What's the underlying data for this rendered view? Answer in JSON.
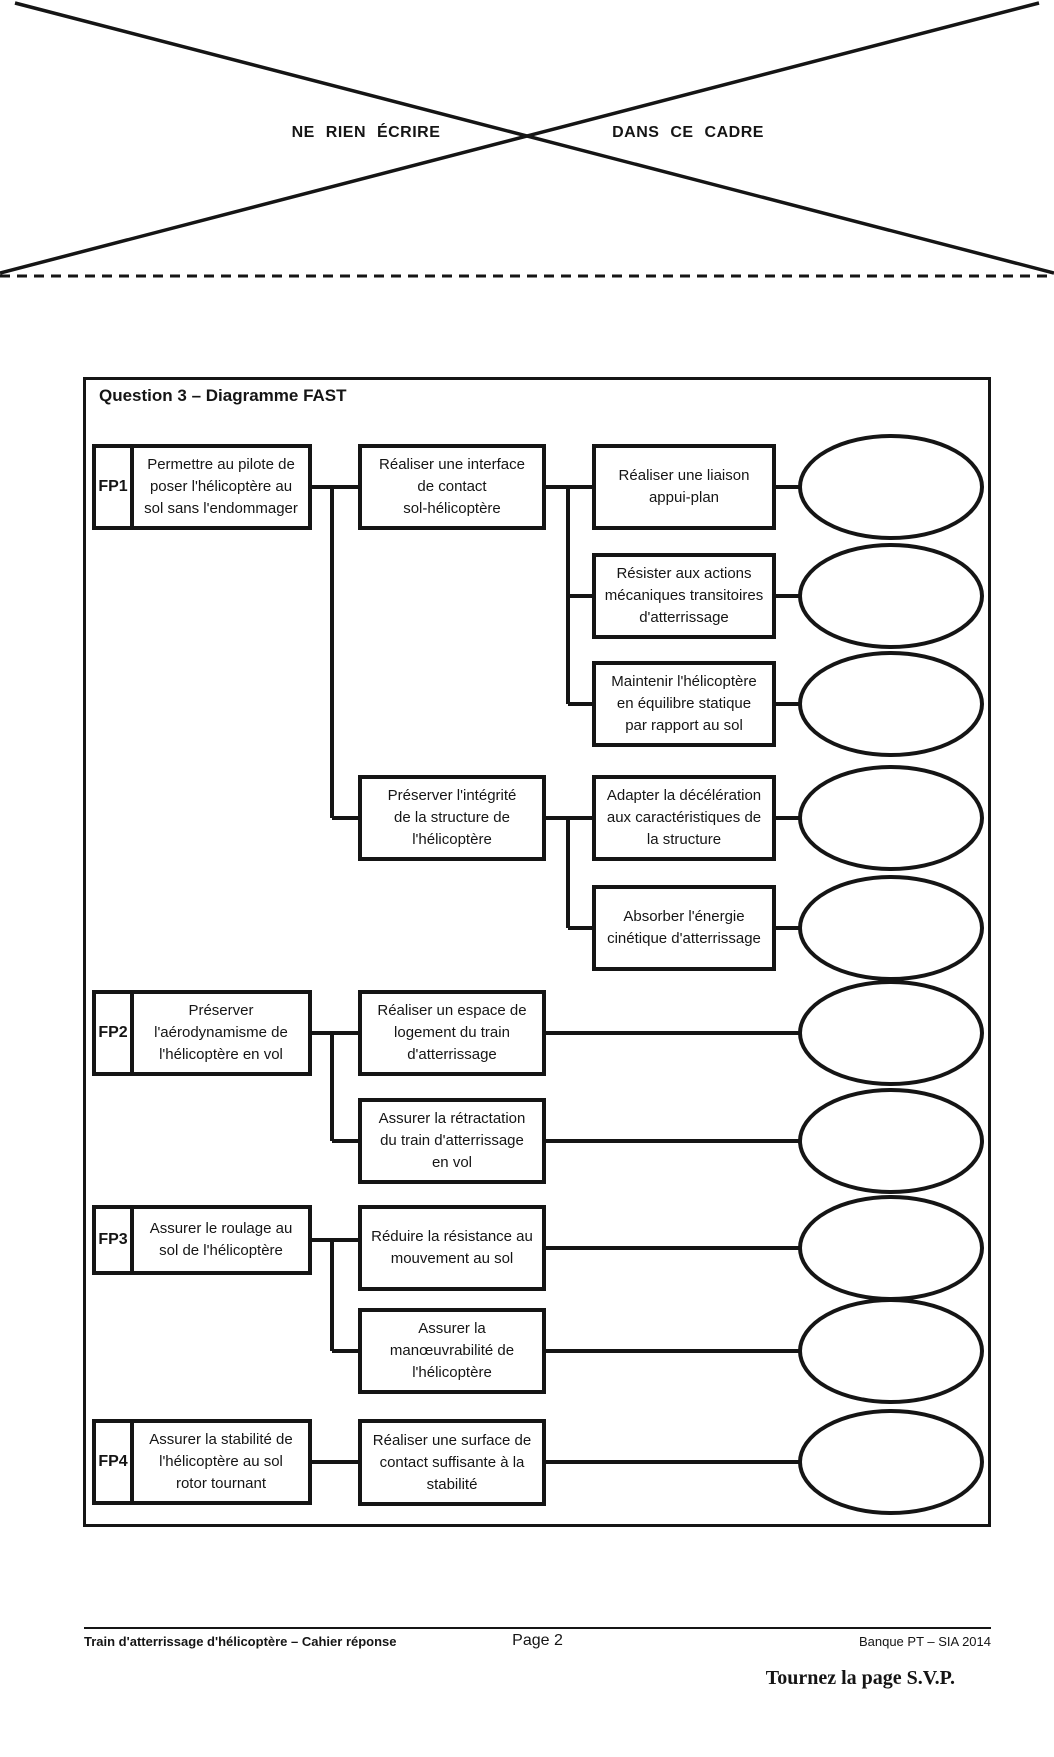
{
  "no_write_zone": {
    "left_text": "NE RIEN ÉCRIRE",
    "right_text": "DANS CE CADRE"
  },
  "diagram": {
    "title": "Question 3 – Diagramme FAST",
    "fp1": {
      "label": "FP1",
      "function": "Permettre au pilote de\nposer l'hélicoptère au\nsol sans l'endommager",
      "interface": "Réaliser une interface\nde contact\nsol-hélicoptère",
      "liaison": "Réaliser une liaison\nappui-plan",
      "resister": "Résister aux actions\nmécaniques transitoires\nd'atterrissage",
      "maintenir": "Maintenir l'hélicoptère\nen équilibre statique\npar rapport au sol",
      "preserver": "Préserver l'intégrité\nde la structure de\nl'hélicoptère",
      "adapter": "Adapter la décélération\naux caractéristiques de\nla structure",
      "absorber": "Absorber l'énergie\ncinétique d'atterrissage"
    },
    "fp2": {
      "label": "FP2",
      "function": "Préserver\nl'aérodynamisme de\nl'hélicoptère en vol",
      "espace": "Réaliser un espace de\nlogement du train\nd'atterrissage",
      "retractation": "Assurer la rétractation\ndu train d'atterrissage\nen vol"
    },
    "fp3": {
      "label": "FP3",
      "function": "Assurer le roulage au\nsol de l'hélicoptère",
      "reduire": "Réduire la résistance au\nmouvement au sol",
      "manoeuvrabilite": "Assurer la\nmanœuvrabilité de\nl'hélicoptère"
    },
    "fp4": {
      "label": "FP4",
      "function": "Assurer la stabilité de\nl'hélicoptère au sol\nrotor tournant",
      "surface": "Réaliser une surface de\ncontact suffisante à la\nstabilité"
    }
  },
  "footer": {
    "left": "Train d'atterrissage d'hélicoptère – Cahier réponse",
    "page": "Page 2",
    "right": "Banque PT – SIA 2014",
    "turn_page": "Tournez la page S.V.P."
  },
  "colors": {
    "ink": "#151515",
    "paper": "#ffffff"
  }
}
